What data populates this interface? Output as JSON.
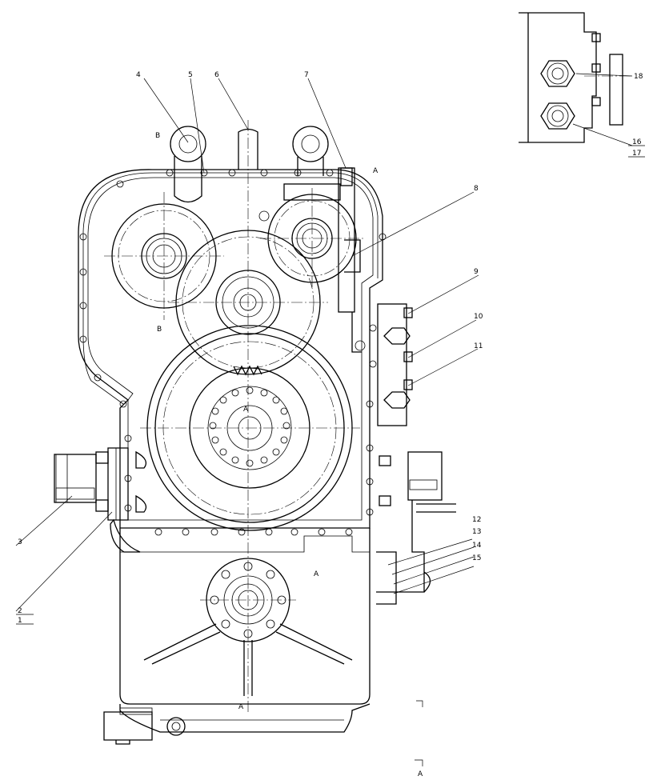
{
  "callouts": [
    "1",
    "2",
    "3",
    "4",
    "5",
    "6",
    "7",
    "8",
    "9",
    "10",
    "11",
    "12",
    "13",
    "14",
    "15",
    "16",
    "17",
    "18"
  ],
  "section_marks": {
    "a": "A",
    "b": "B"
  },
  "view_labels": {
    "view_b_top": "B",
    "view_b_mid": "B",
    "view_a_top": "A",
    "view_a_center": "A",
    "view_a_bottom": "A",
    "view_a_lower": "A",
    "section_a_corner": "A"
  }
}
